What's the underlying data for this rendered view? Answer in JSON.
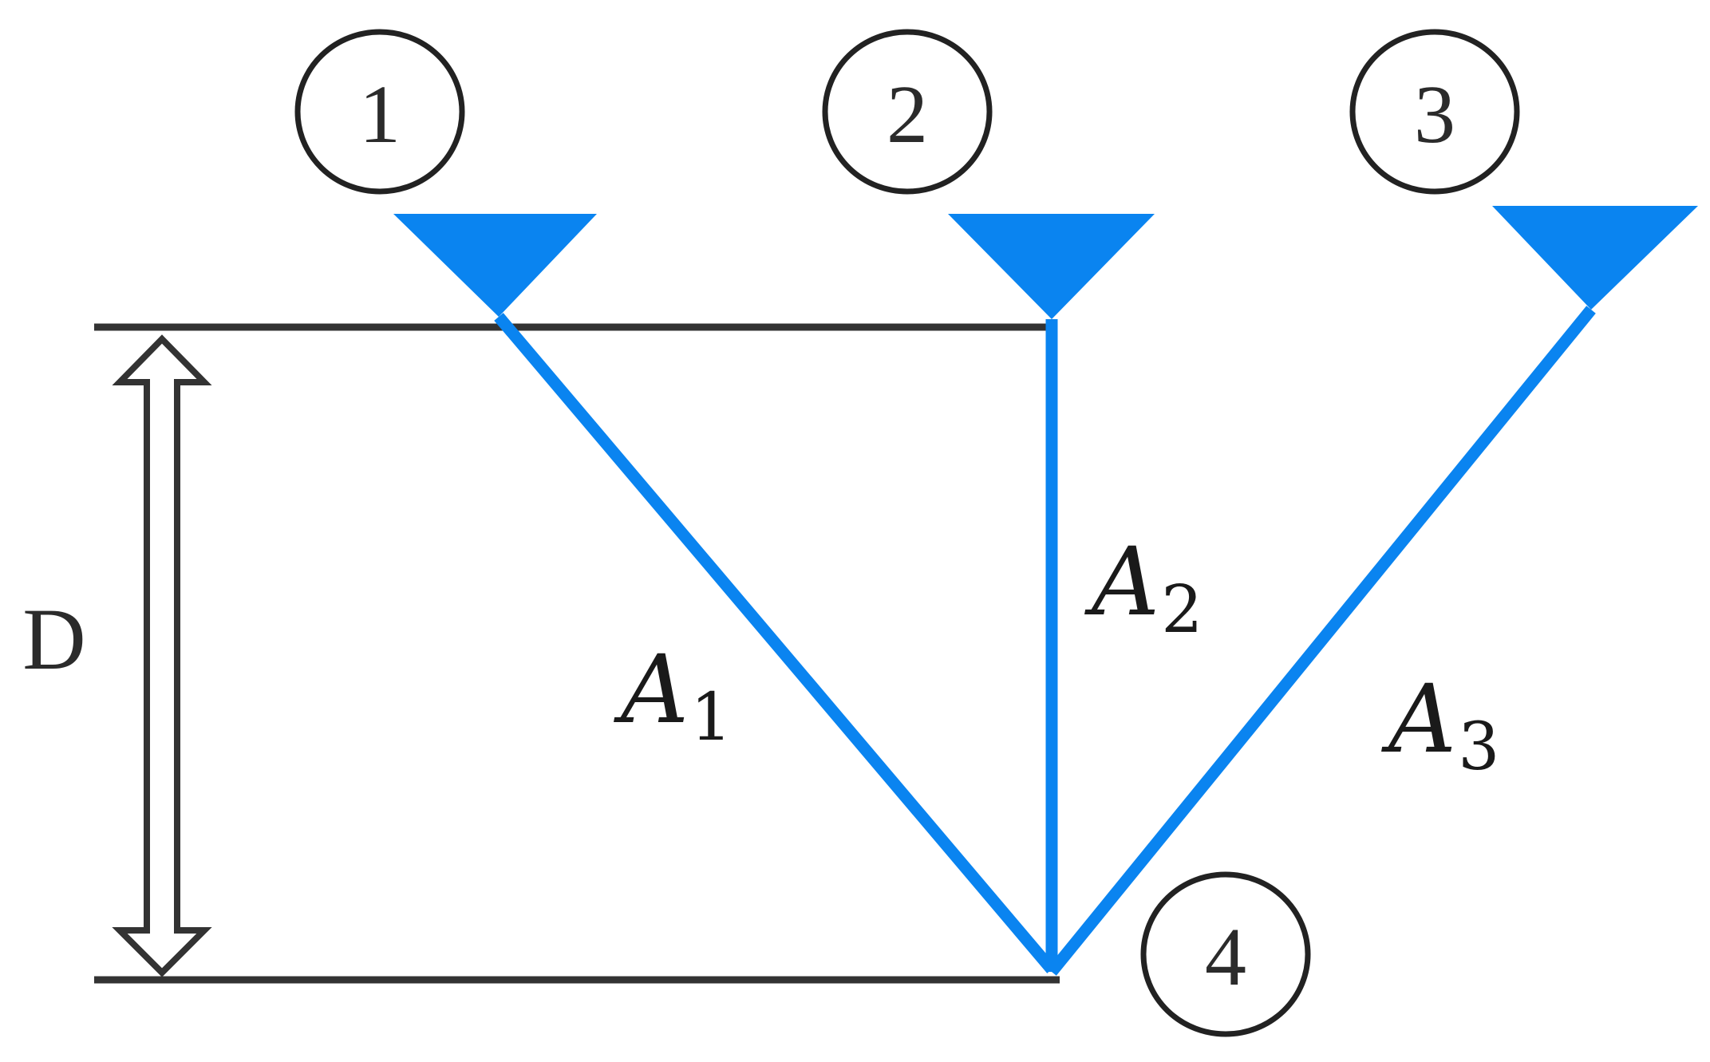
{
  "nodes": [
    {
      "id": "1",
      "label": "1"
    },
    {
      "id": "2",
      "label": "2"
    },
    {
      "id": "3",
      "label": "3"
    },
    {
      "id": "4",
      "label": "4"
    }
  ],
  "members": [
    {
      "id": "A1",
      "letter": "A",
      "subscript": "1"
    },
    {
      "id": "A2",
      "letter": "A",
      "subscript": "2"
    },
    {
      "id": "A3",
      "letter": "A",
      "subscript": "3"
    }
  ],
  "dimension": {
    "label": "D"
  },
  "colors": {
    "member": "#0a84f0",
    "support": "#0a84f0",
    "line": "#333333"
  },
  "icons": {
    "support": "triangle-support-icon",
    "dimension_arrow": "double-arrow-icon"
  }
}
